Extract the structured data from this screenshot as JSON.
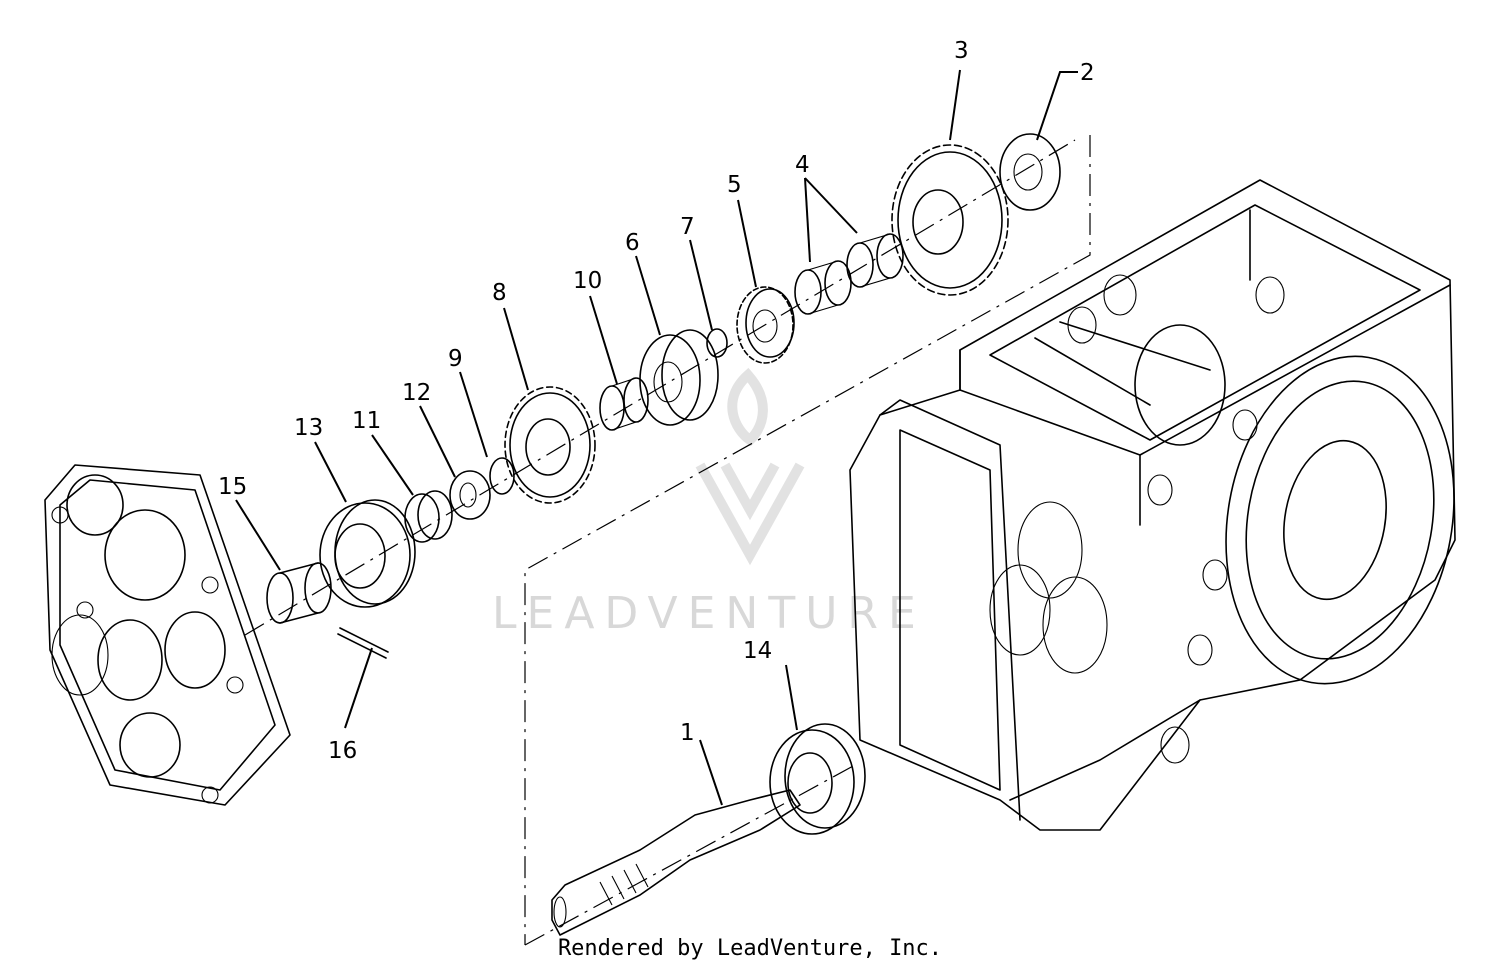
{
  "callouts": [
    {
      "id": "1",
      "label": "1"
    },
    {
      "id": "2",
      "label": "2"
    },
    {
      "id": "3",
      "label": "3"
    },
    {
      "id": "4",
      "label": "4"
    },
    {
      "id": "5",
      "label": "5"
    },
    {
      "id": "6",
      "label": "6"
    },
    {
      "id": "7",
      "label": "7"
    },
    {
      "id": "8",
      "label": "8"
    },
    {
      "id": "9",
      "label": "9"
    },
    {
      "id": "10",
      "label": "10"
    },
    {
      "id": "11",
      "label": "11"
    },
    {
      "id": "12",
      "label": "12"
    },
    {
      "id": "13",
      "label": "13"
    },
    {
      "id": "14",
      "label": "14"
    },
    {
      "id": "15",
      "label": "15"
    },
    {
      "id": "16",
      "label": "16"
    }
  ],
  "watermark": {
    "text": "LEADVENTURE"
  },
  "footer": {
    "text": "Rendered by LeadVenture, Inc."
  }
}
